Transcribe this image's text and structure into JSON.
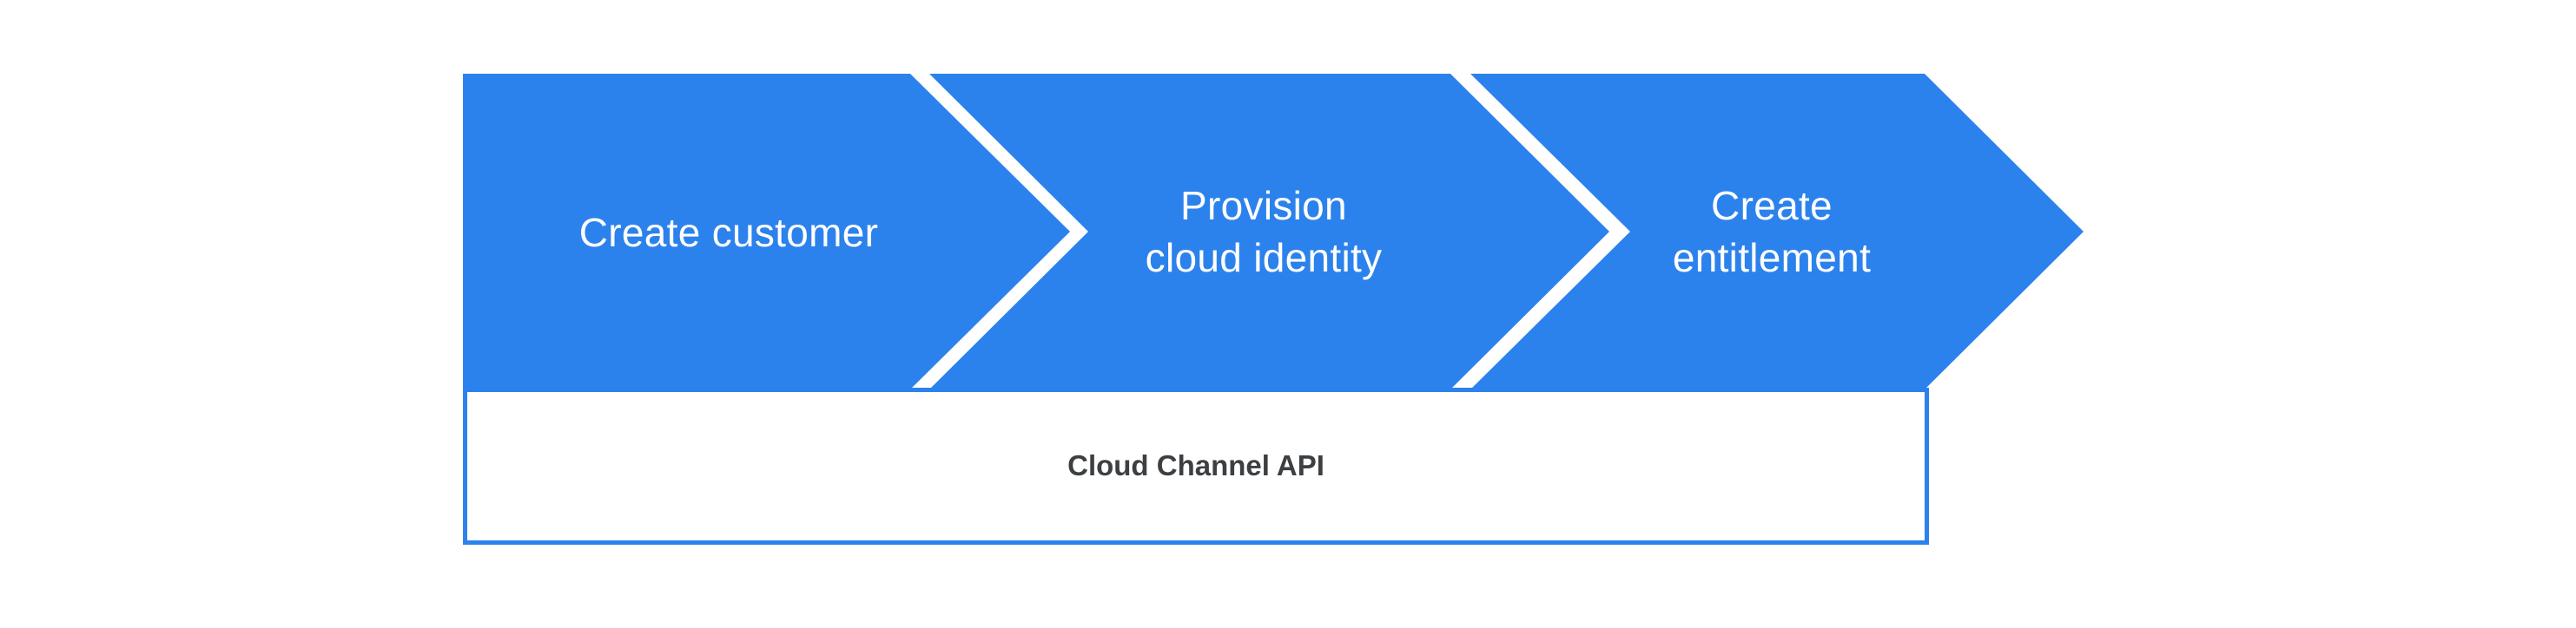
{
  "diagram": {
    "steps": [
      {
        "label": "Create customer"
      },
      {
        "label": "Provision\ncloud identity"
      },
      {
        "label": "Create\nentitlement"
      }
    ],
    "base": {
      "label": "Cloud Channel API"
    }
  },
  "colors": {
    "chevron_fill": "#2C82EC",
    "box_border": "#2C82EC",
    "box_fill": "#FFFFFF",
    "step_text": "#FFFFFF",
    "base_text": "#3C4043",
    "background": "#FFFFFF"
  }
}
